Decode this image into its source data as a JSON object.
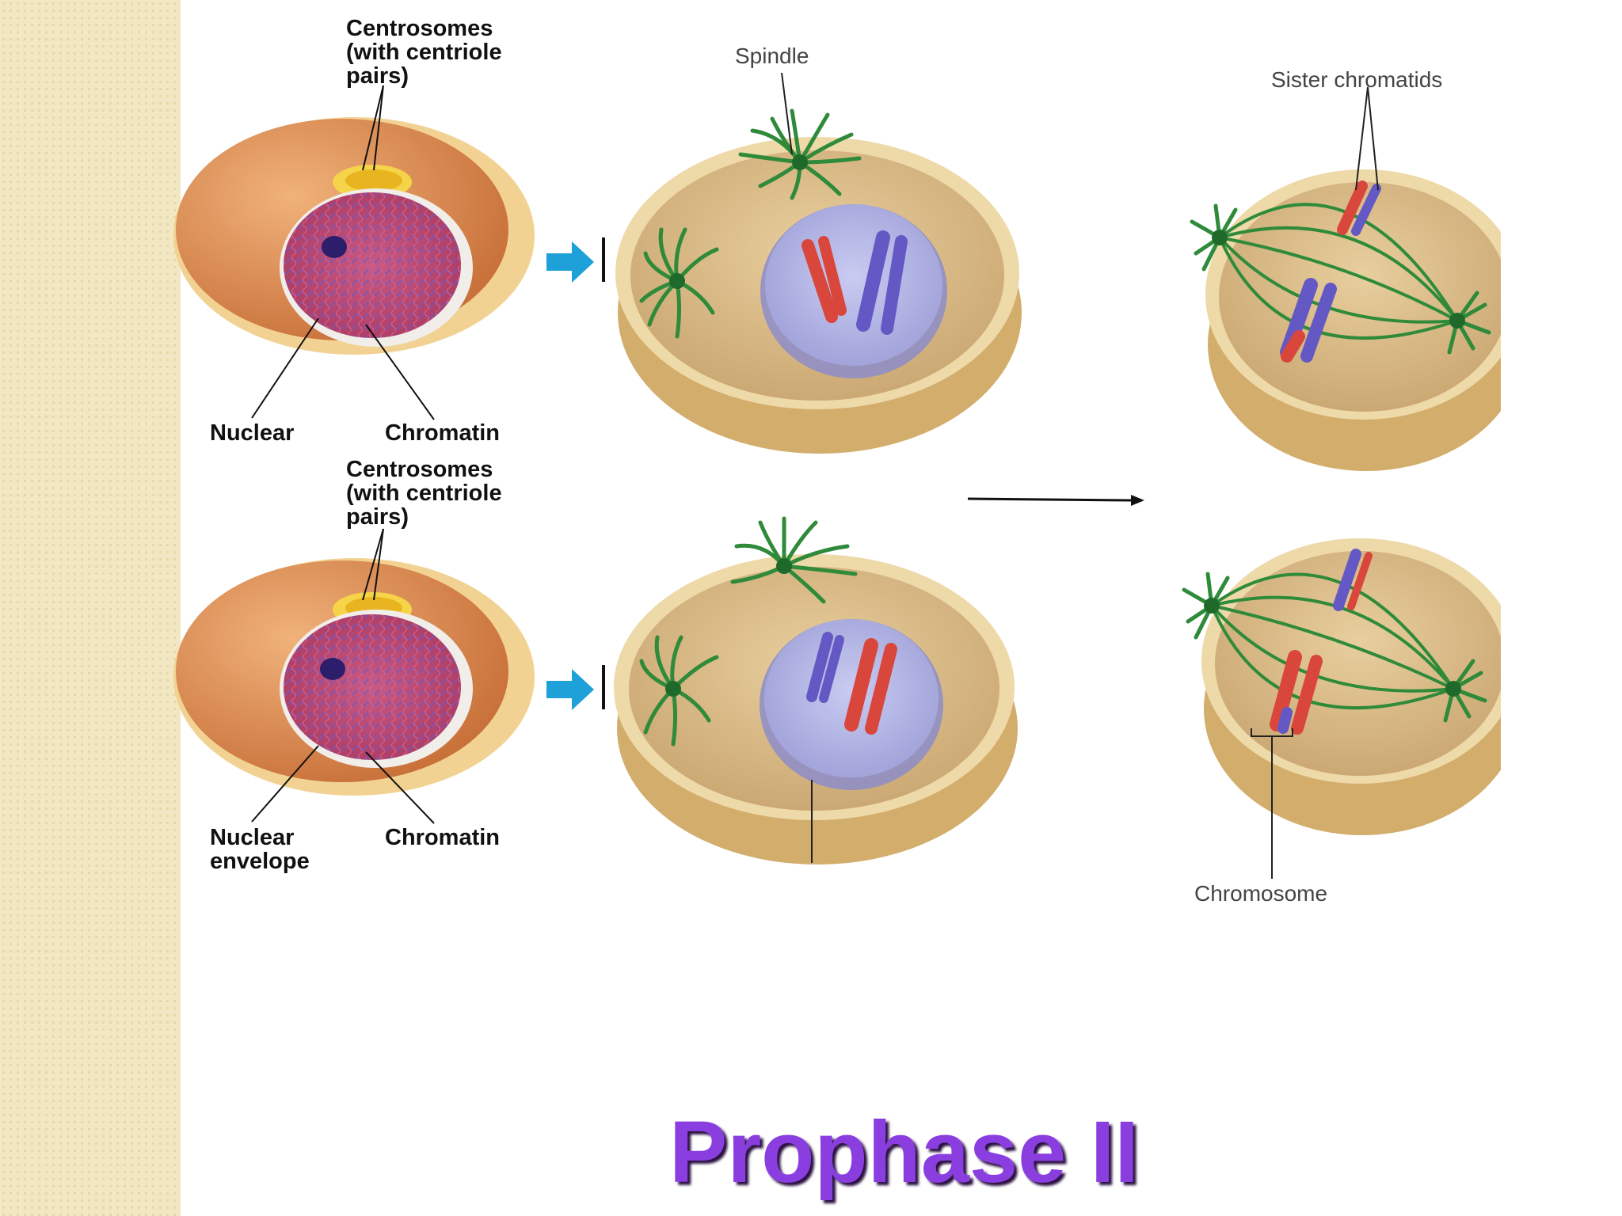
{
  "slide": {
    "title": "Prophase II",
    "accent_title_color": "#8a3ee0"
  },
  "top_row": {
    "label_centrosomes": [
      "Centrosomes",
      "(with centriole",
      "pairs)"
    ],
    "label_nuclear": "Nuclear",
    "label_chromatin": "Chromatin",
    "label_spindle": "Spindle",
    "label_sister_chromatids": "Sister chromatids"
  },
  "bottom_row": {
    "label_centrosomes": [
      "Centrosomes",
      "(with centriole",
      "pairs)"
    ],
    "label_nuclear_envelope": [
      "Nuclear",
      "envelope"
    ],
    "label_chromatin": "Chromatin",
    "label_chromosome": "Chromosome"
  },
  "icons": [
    "arrow-right-icon",
    "arrow-right-icon",
    "long-arrow-icon"
  ],
  "colors": {
    "cell_orange": "#d88a4a",
    "cell_tan": "#e2c08a",
    "nucleus_pink": "#c0456a",
    "nucleus_lavender": "#aeb0e4",
    "spindle_green": "#2f8a3a",
    "chromosome_red": "#d9463b",
    "chromosome_blue": "#6458c4",
    "arrow_blue": "#1ea0d8"
  }
}
